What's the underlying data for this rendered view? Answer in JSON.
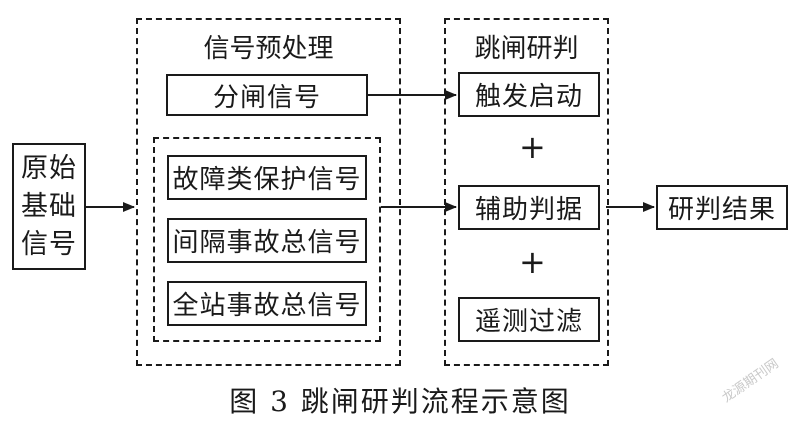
{
  "source": {
    "line1": "原始",
    "line2": "基础",
    "line3": "信号"
  },
  "preprocess": {
    "title": "信号预处理",
    "trip_signal": "分闸信号",
    "signals": [
      "故障类保护信号",
      "间隔事故总信号",
      "全站事故总信号"
    ]
  },
  "judge": {
    "title": "跳闸研判",
    "trigger": "触发启动",
    "aux": "辅助判据",
    "filter": "遥测过滤",
    "plus": "+"
  },
  "result": "研判结果",
  "caption": "图 3   跳闸研判流程示意图",
  "watermark": "龙源期刊网"
}
